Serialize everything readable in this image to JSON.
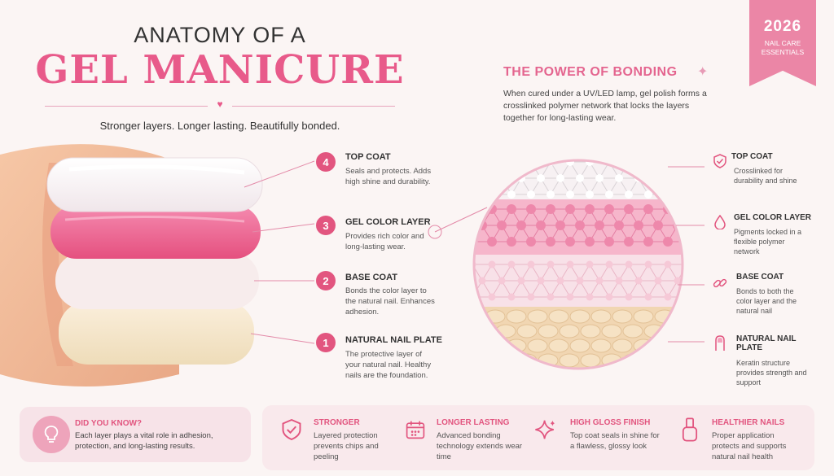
{
  "header": {
    "title_top": "ANATOMY OF A",
    "title_main": "GEL MANICURE",
    "subtitle": "Stronger layers. Longer lasting. Beautifully bonded."
  },
  "badge": {
    "year": "2026",
    "label": "NAIL CARE ESSENTIALS",
    "color": "#eb86a6"
  },
  "layers": [
    {
      "number": "4",
      "title": "TOP COAT",
      "desc": "Seals and protects. Adds high shine and durability."
    },
    {
      "number": "3",
      "title": "GEL COLOR LAYER",
      "desc": "Provides rich color and long-lasting wear."
    },
    {
      "number": "2",
      "title": "BASE COAT",
      "desc": "Bonds the color layer to the natural nail. Enhances adhesion."
    },
    {
      "number": "1",
      "title": "NATURAL NAIL PLATE",
      "desc": "The protective layer of your natural nail. Healthy nails are the foundation."
    }
  ],
  "bonding": {
    "title": "THE POWER OF BONDING",
    "desc": "When cured under a UV/LED lamp, gel polish forms a crosslinked polymer network that locks the layers together for long-lasting wear."
  },
  "legend": [
    {
      "icon": "shield-check-icon",
      "title": "TOP COAT",
      "desc": "Crosslinked for durability and shine"
    },
    {
      "icon": "droplet-icon",
      "title": "GEL COLOR LAYER",
      "desc": "Pigments locked in a flexible polymer network"
    },
    {
      "icon": "chain-link-icon",
      "title": "BASE COAT",
      "desc": "Bonds to both the color layer and the natural nail"
    },
    {
      "icon": "nail-icon",
      "title": "NATURAL NAIL PLATE",
      "desc": "Keratin structure provides strength and support"
    }
  ],
  "did_you_know": {
    "icon": "lightbulb-icon",
    "title": "DID YOU KNOW?",
    "desc": "Each layer plays a vital role in adhesion, protection, and long-lasting results."
  },
  "benefits": [
    {
      "icon": "shield-check-icon",
      "title": "STRONGER",
      "desc": "Layered protection prevents chips and peeling"
    },
    {
      "icon": "calendar-icon",
      "title": "LONGER LASTING",
      "desc": "Advanced bonding technology extends wear time"
    },
    {
      "icon": "sparkle-icon",
      "title": "HIGH GLOSS FINISH",
      "desc": "Top coat seals in shine for a flawless, glossy look"
    },
    {
      "icon": "polish-bottle-icon",
      "title": "HEALTHIER NAILS",
      "desc": "Proper application protects and supports natural nail health"
    }
  ],
  "colors": {
    "accent": "#e2557f",
    "title_pink": "#e85a8a",
    "background": "#fbf5f4"
  }
}
